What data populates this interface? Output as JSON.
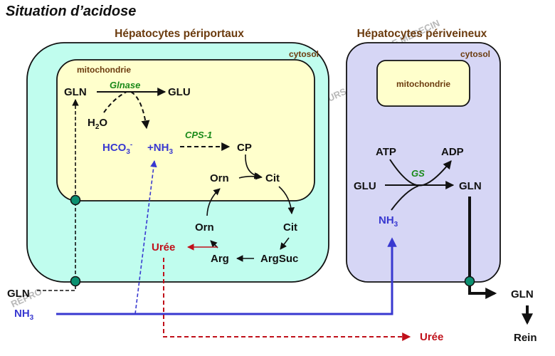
{
  "title": "Situation d’acidose",
  "colors": {
    "periportal_cytosol": "#c0fdee",
    "mitochondria": "#ffffcc",
    "perivenous_cytosol": "#d6d6f5",
    "compartment_label": "#6b3b0e",
    "nh3_blue": "#3838d0",
    "urea_red": "#c0101a",
    "enzyme_green": "#1a8a1a",
    "transporter_green": "#0b9070"
  },
  "periportal": {
    "title": "Hépatocytes périportaux",
    "cytosol_label": "cytosol",
    "mito_label": "mitochondrie",
    "gln": "GLN",
    "glu": "GLU",
    "h2o": {
      "main": "H",
      "sub": "2",
      "tail": "O"
    },
    "glnase": "Glnase",
    "hco3": {
      "main": "HCO",
      "sub": "3",
      "sup": "-"
    },
    "nh3_plus": {
      "main": "+NH",
      "sub": "3"
    },
    "cps1": "CPS-1",
    "cp": "CP",
    "orn_mito": "Orn",
    "cit_mito": "Cit",
    "cit_cyto": "Cit",
    "argsuc": "ArgSuc",
    "arg": "Arg",
    "orn_cyto": "Orn",
    "uree": "Urée"
  },
  "perivenous": {
    "title": "Hépatocytes périveineux",
    "cytosol_label": "cytosol",
    "mito_label": "mitochondrie",
    "atp": "ATP",
    "adp": "ADP",
    "glu": "GLU",
    "gln": "GLN",
    "gs": "GS",
    "nh3": {
      "main": "NH",
      "sub": "3"
    }
  },
  "blood": {
    "gln_in": "GLN",
    "nh3_in": {
      "main": "NH",
      "sub": "3"
    },
    "uree_out": "Urée",
    "gln_out": "GLN",
    "rein": "Rein"
  },
  "watermarks": [
    "DE MEDECIN",
    "URS",
    "REPRO"
  ]
}
